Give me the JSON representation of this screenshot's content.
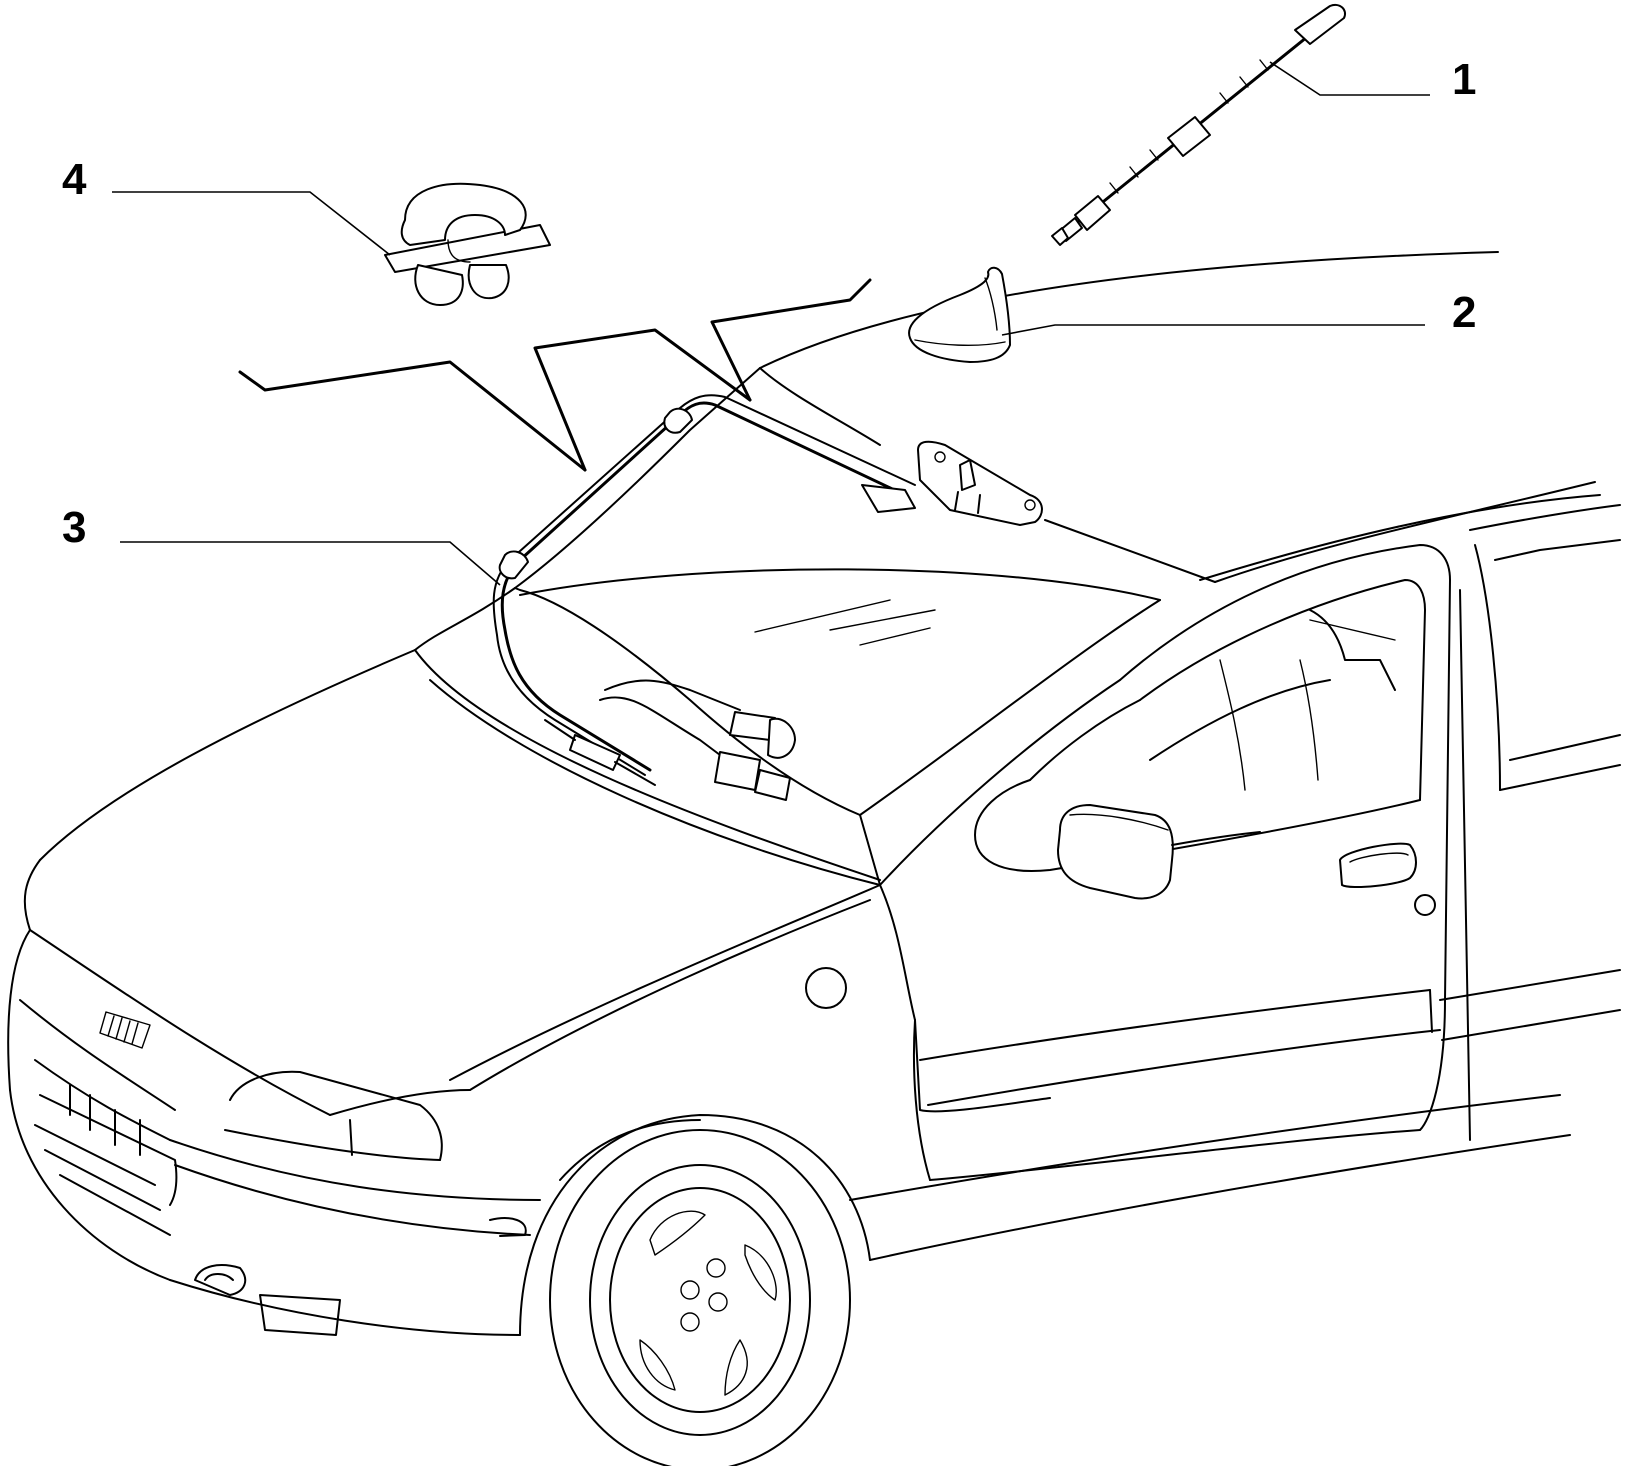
{
  "callouts": [
    {
      "id": "1",
      "label": "1",
      "part": "antenna-rod"
    },
    {
      "id": "2",
      "label": "2",
      "part": "antenna-base"
    },
    {
      "id": "3",
      "label": "3",
      "part": "antenna-cable-harness"
    },
    {
      "id": "4",
      "label": "4",
      "part": "cable-clip"
    }
  ]
}
